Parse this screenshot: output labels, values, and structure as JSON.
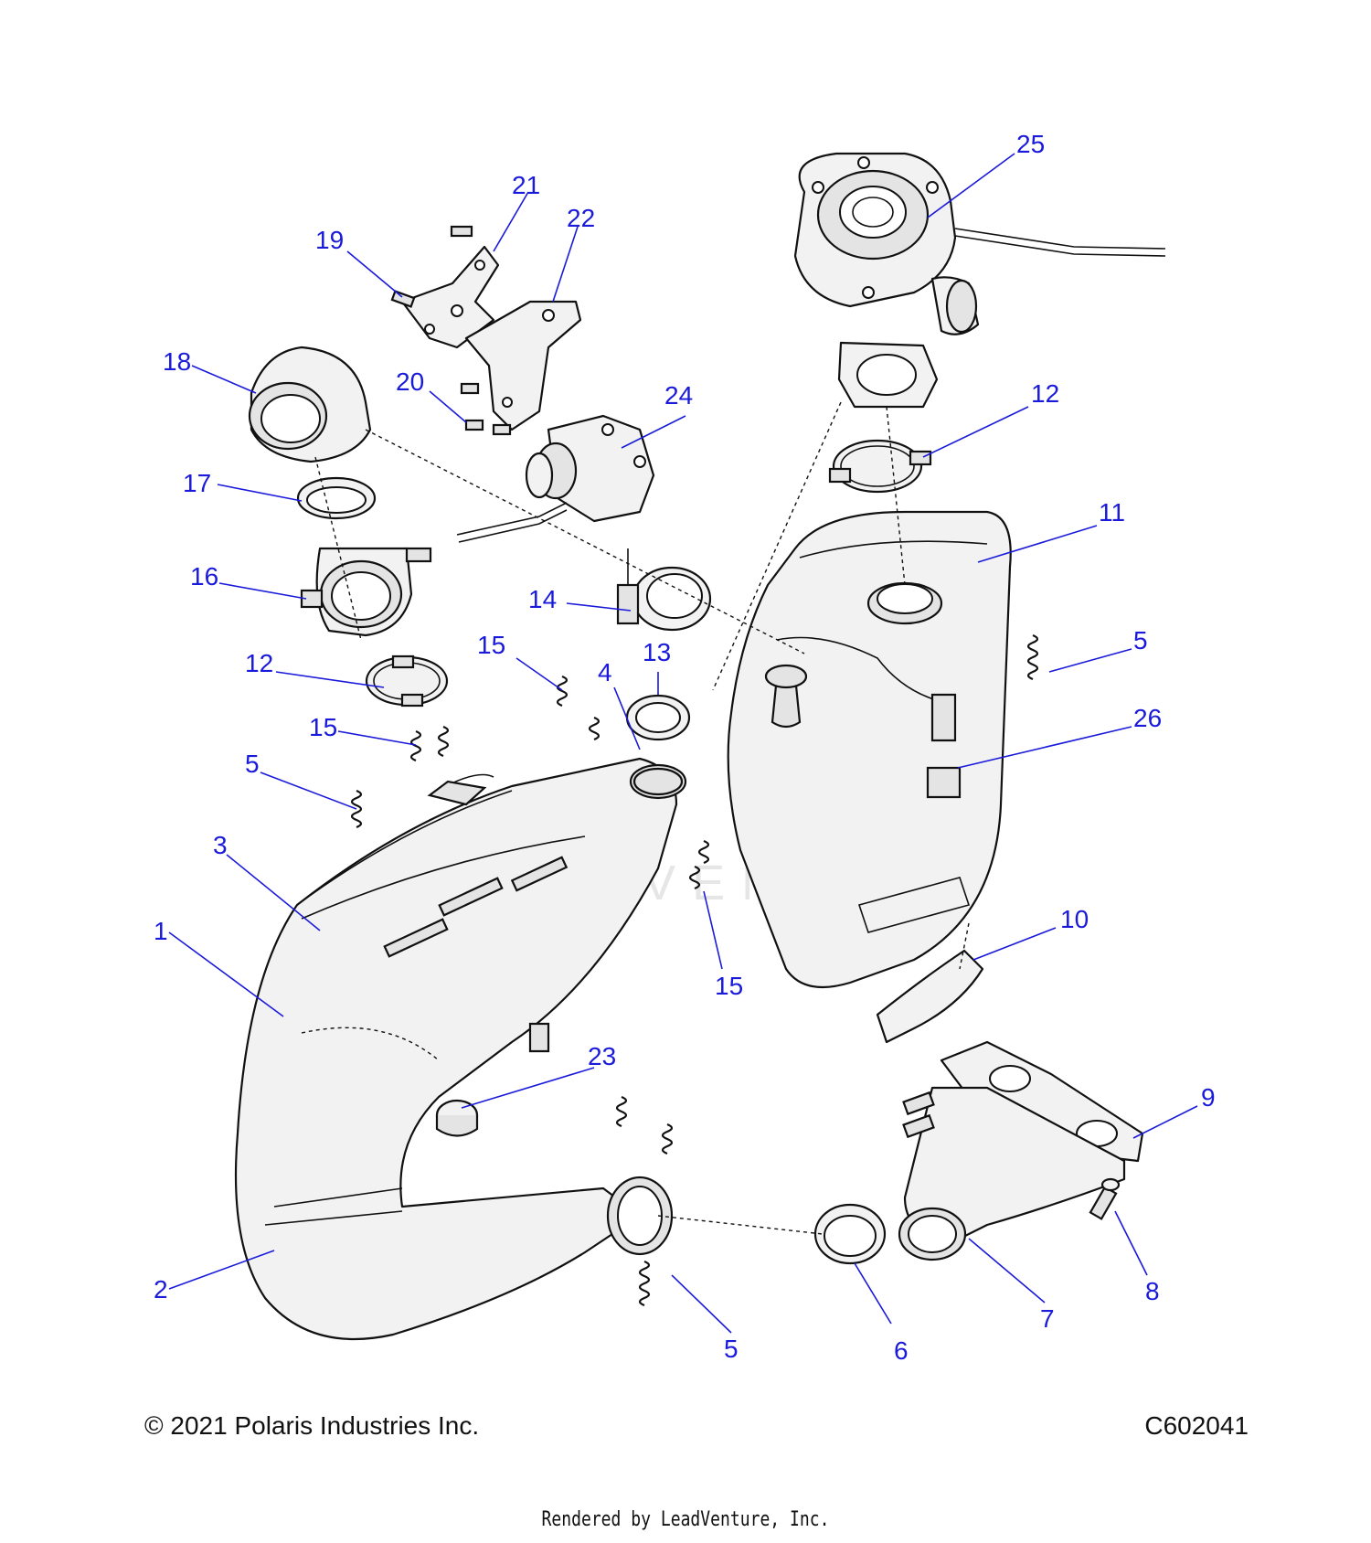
{
  "diagram": {
    "callouts": [
      {
        "id": "callout-1",
        "label": "1"
      },
      {
        "id": "callout-2",
        "label": "2"
      },
      {
        "id": "callout-3",
        "label": "3"
      },
      {
        "id": "callout-4",
        "label": "4"
      },
      {
        "id": "callout-5a",
        "label": "5"
      },
      {
        "id": "callout-5b",
        "label": "5"
      },
      {
        "id": "callout-5c",
        "label": "5"
      },
      {
        "id": "callout-6",
        "label": "6"
      },
      {
        "id": "callout-7",
        "label": "7"
      },
      {
        "id": "callout-8",
        "label": "8"
      },
      {
        "id": "callout-9",
        "label": "9"
      },
      {
        "id": "callout-10",
        "label": "10"
      },
      {
        "id": "callout-11",
        "label": "11"
      },
      {
        "id": "callout-12a",
        "label": "12"
      },
      {
        "id": "callout-12b",
        "label": "12"
      },
      {
        "id": "callout-13",
        "label": "13"
      },
      {
        "id": "callout-14",
        "label": "14"
      },
      {
        "id": "callout-15a",
        "label": "15"
      },
      {
        "id": "callout-15b",
        "label": "15"
      },
      {
        "id": "callout-15c",
        "label": "15"
      },
      {
        "id": "callout-16",
        "label": "16"
      },
      {
        "id": "callout-17",
        "label": "17"
      },
      {
        "id": "callout-18",
        "label": "18"
      },
      {
        "id": "callout-19",
        "label": "19"
      },
      {
        "id": "callout-20",
        "label": "20"
      },
      {
        "id": "callout-21",
        "label": "21"
      },
      {
        "id": "callout-22",
        "label": "22"
      },
      {
        "id": "callout-23",
        "label": "23"
      },
      {
        "id": "callout-24",
        "label": "24"
      },
      {
        "id": "callout-25",
        "label": "25"
      },
      {
        "id": "callout-26",
        "label": "26"
      }
    ],
    "colors": {
      "callout": "#1a1adb",
      "line": "#111111"
    }
  },
  "footer": {
    "copyright": "© 2021 Polaris Industries Inc.",
    "diagram_code": "C602041",
    "rendered_by": "Rendered by LeadVenture, Inc."
  },
  "watermark": "LEADVENTURE"
}
